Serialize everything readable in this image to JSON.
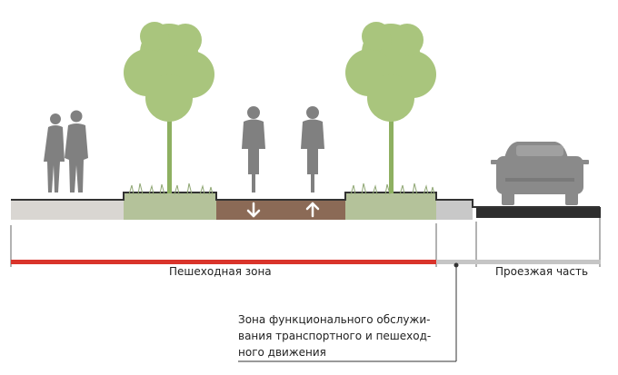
{
  "labels": {
    "pedestrian_zone": "Пешеходная зона",
    "roadway": "Проезжая часть",
    "service_zone": [
      "Зона функционального обслужи-",
      "вания транспортного и пешеход-",
      "ного движения"
    ]
  },
  "icons": {
    "people_walking": "pedestrian-couple-icon",
    "cyclist": "cyclist-icon",
    "tree": "tree-icon",
    "car": "car-icon",
    "arrow_down": "arrow-down-icon",
    "arrow_up": "arrow-up-icon"
  },
  "colors": {
    "pavement": "#d9d6d2",
    "grass": "#b4c29a",
    "bike_lane": "#8b6a56",
    "curb": "#c8c8c8",
    "road": "#2e2e2e",
    "figure": "#808080",
    "tree": "#a9c57d",
    "trunk": "#8eb061",
    "red_bar": "#d9342b",
    "grey_bar": "#c5c5c5",
    "outline": "#333333"
  }
}
